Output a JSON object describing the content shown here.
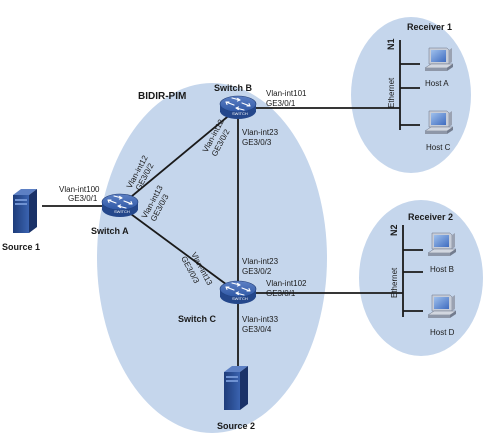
{
  "domain_label": "BIDIR-PIM",
  "switches": {
    "a": {
      "name": "Switch A",
      "logo": "SWITCH"
    },
    "b": {
      "name": "Switch B",
      "logo": "SWITCH"
    },
    "c": {
      "name": "Switch C",
      "logo": "SWITCH"
    }
  },
  "sources": {
    "s1": {
      "name": "Source 1"
    },
    "s2": {
      "name": "Source 2"
    }
  },
  "receivers": {
    "r1": {
      "name": "Receiver 1",
      "network": "N1",
      "segment": "Ethernet",
      "hosts": [
        "Host A",
        "Host C"
      ]
    },
    "r2": {
      "name": "Receiver 2",
      "network": "N2",
      "segment": "Ethernet",
      "hosts": [
        "Host B",
        "Host D"
      ]
    }
  },
  "interfaces": {
    "a_src_vlan": "Vlan-int100",
    "a_src_port": "GE3/0/1",
    "a_b_vlan": "Vlan-int12",
    "a_b_port": "GE3/0/2",
    "a_c_vlan": "Vlan-int13",
    "a_c_port": "GE3/0/3",
    "b_a_vlan": "Vlan-int12",
    "b_a_port": "GE3/0/2",
    "b_r1_vlan": "Vlan-int101",
    "b_r1_port": "GE3/0/1",
    "b_c_vlan": "Vlan-int23",
    "b_c_port": "GE3/0/3",
    "c_b_vlan": "Vlan-int23",
    "c_b_port": "GE3/0/2",
    "c_a_vlan": "Vlan-int13",
    "c_a_port": "GE3/0/3",
    "c_r2_vlan": "Vlan-int102",
    "c_r2_port": "GE3/0/1",
    "c_src_vlan": "Vlan-int33",
    "c_src_port": "GE3/0/4"
  },
  "colors": {
    "ellipse_fill": "#c5d6ec",
    "device_blue": "#2a4f97",
    "device_dark": "#1e3a73",
    "link": "#1a1a1a"
  }
}
